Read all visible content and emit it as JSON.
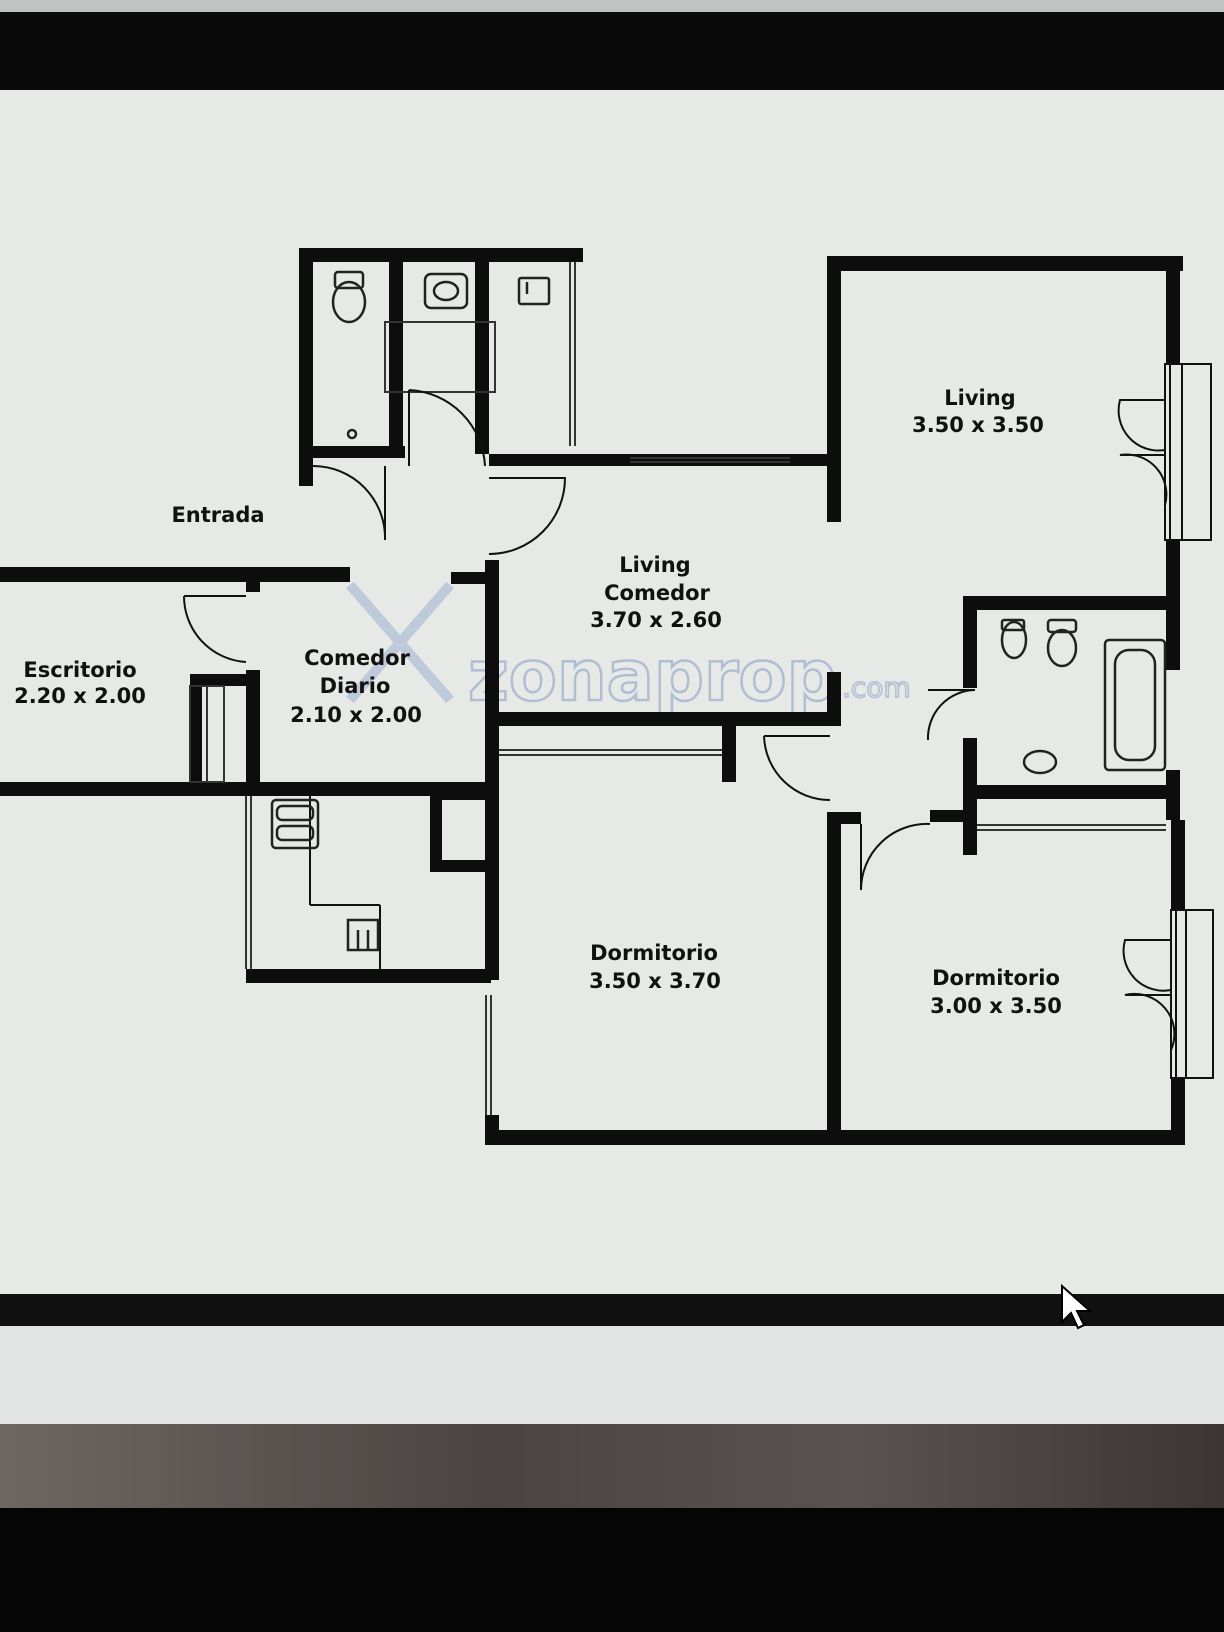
{
  "rooms": [
    {
      "name": "Entrada",
      "size": ""
    },
    {
      "name": "Living",
      "size": "3.50 x 3.50"
    },
    {
      "name": "Living Comedor",
      "name_line1": "Living",
      "name_line2": "Comedor",
      "size": "3.70 x 2.60"
    },
    {
      "name": "Escritorio",
      "size": "2.20 x 2.00"
    },
    {
      "name": "Comedor Diario",
      "name_line1": "Comedor",
      "name_line2": "Diario",
      "size": "2.10 x 2.00"
    },
    {
      "name": "Dormitorio",
      "size": "3.50 x 3.70"
    },
    {
      "name": "Dormitorio",
      "size": "3.00 x 3.50"
    }
  ],
  "watermark": {
    "brand": "zonaprop",
    "suffix": ".com"
  },
  "colors": {
    "wall": "#0d0d0d",
    "paper": "#e6e9e6",
    "fixture": "#222222",
    "watermark": "#9fb0cf"
  },
  "icons": [
    "mouse-cursor-icon",
    "toilet-icon",
    "sink-icon",
    "bathtub-icon",
    "stove-icon",
    "door-swing-icon"
  ]
}
